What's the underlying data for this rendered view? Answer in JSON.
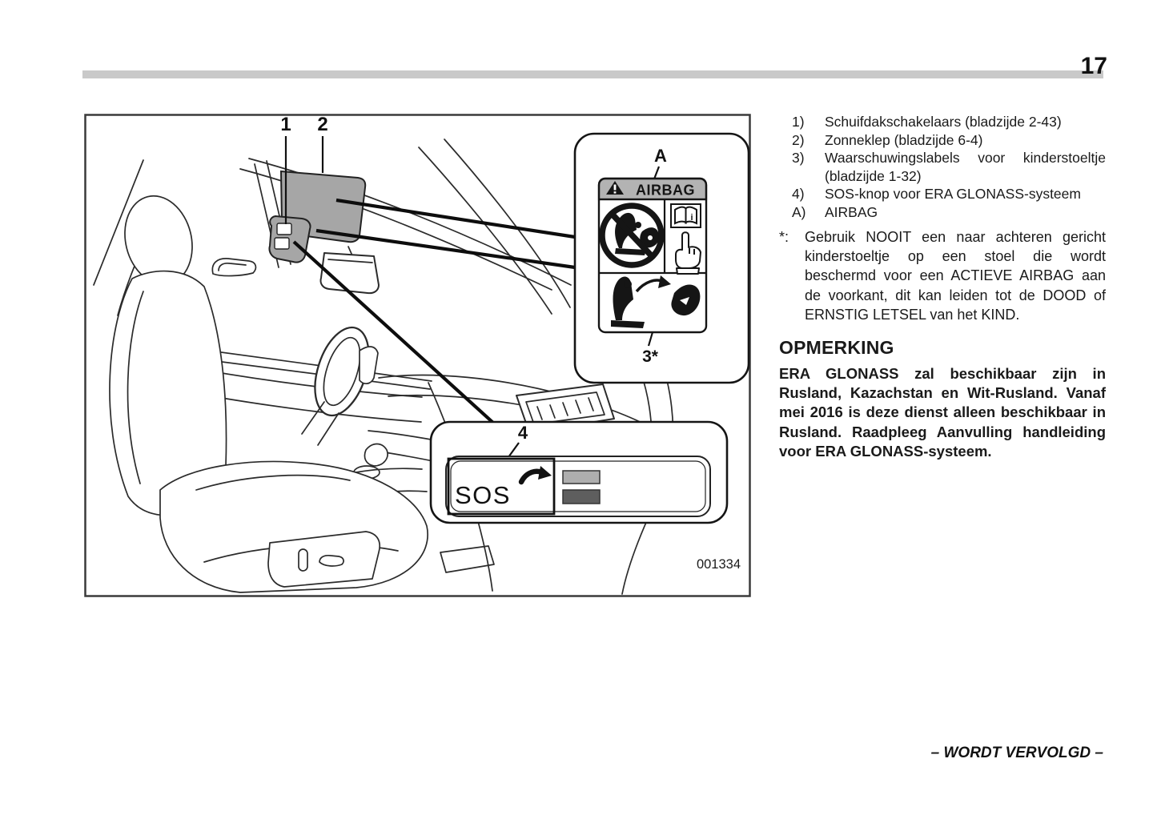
{
  "page": {
    "number": "17",
    "footer": "– WORDT VERVOLGD –"
  },
  "figure": {
    "code": "001334",
    "callout_1": "1",
    "callout_2": "2",
    "callout_3": "3*",
    "callout_4": "4",
    "callout_a": "A",
    "airbag_label": {
      "title": "AIRBAG",
      "book_i": "i"
    },
    "sos_button": {
      "label": "SOS"
    },
    "colors": {
      "visor_gray": "#a6a6a6",
      "switch_gray": "#a6a6a6",
      "label_header_gray": "#b3b3b3",
      "indicator_light_gray": "#aeaeae",
      "indicator_dark_gray": "#5e5e5e"
    }
  },
  "legend": {
    "items": [
      {
        "marker": "1)",
        "text": "Schuifdakschakelaars (bladzijde 2-43)"
      },
      {
        "marker": "2)",
        "text": "Zonneklep (bladzijde 6-4)"
      },
      {
        "marker": "3)",
        "text": "Waarschuwingslabels voor kinderstoeltje (bladzijde 1-32)"
      },
      {
        "marker": "4)",
        "text": "SOS-knop voor ERA GLONASS-systeem"
      },
      {
        "marker": "A)",
        "text": "AIRBAG"
      }
    ],
    "footnote_marker": "*:",
    "footnote_text": "Gebruik NOOIT een naar achteren gericht kinderstoeltje op een stoel die wordt beschermd voor een ACTIEVE AIRBAG aan de voorkant, dit kan leiden tot de DOOD of ERNSTIG LETSEL van het KIND."
  },
  "note": {
    "heading": "OPMERKING",
    "body": "ERA GLONASS zal beschikbaar zijn in Rusland, Kazachstan en Wit-Rusland. Vanaf mei 2016 is deze dienst alleen beschikbaar in Rusland. Raadpleeg Aanvulling handleiding voor ERA GLONASS-systeem."
  }
}
